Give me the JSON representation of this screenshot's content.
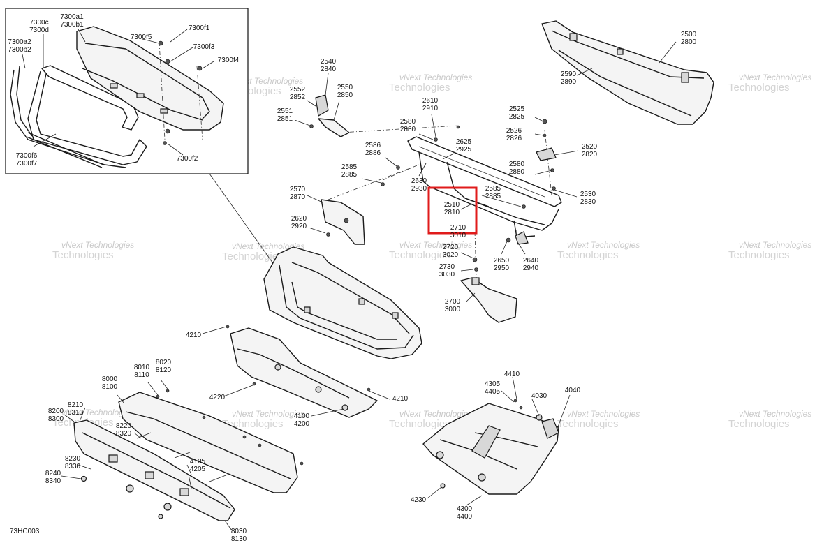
{
  "diagram": {
    "code": "73HC003",
    "watermark_line1": "vNext Technologies",
    "watermark_line2": "Technologies"
  },
  "callouts": [
    {
      "id": "c7300a1",
      "lines": [
        "7300a1",
        "7300b1"
      ]
    },
    {
      "id": "c7300c",
      "lines": [
        "7300c",
        "7300d"
      ]
    },
    {
      "id": "c7300a2",
      "lines": [
        "7300a2",
        "7300b2"
      ]
    },
    {
      "id": "c7300f5",
      "lines": [
        "7300f5"
      ]
    },
    {
      "id": "c7300f1",
      "lines": [
        "7300f1"
      ]
    },
    {
      "id": "c7300f3",
      "lines": [
        "7300f3"
      ]
    },
    {
      "id": "c7300f4",
      "lines": [
        "7300f4"
      ]
    },
    {
      "id": "c7300f6",
      "lines": [
        "7300f6",
        "7300f7"
      ]
    },
    {
      "id": "c7300f2",
      "lines": [
        "7300f2"
      ]
    },
    {
      "id": "c2540",
      "lines": [
        "2540",
        "2840"
      ]
    },
    {
      "id": "c2552",
      "lines": [
        "2552",
        "2852"
      ]
    },
    {
      "id": "c2550",
      "lines": [
        "2550",
        "2850"
      ]
    },
    {
      "id": "c2551",
      "lines": [
        "2551",
        "2851"
      ]
    },
    {
      "id": "c2610",
      "lines": [
        "2610",
        "2910"
      ]
    },
    {
      "id": "c2580a",
      "lines": [
        "2580",
        "2880"
      ]
    },
    {
      "id": "c2586",
      "lines": [
        "2586",
        "2886"
      ]
    },
    {
      "id": "c2625",
      "lines": [
        "2625",
        "2925"
      ]
    },
    {
      "id": "c2585a",
      "lines": [
        "2585",
        "2885"
      ]
    },
    {
      "id": "c2630",
      "lines": [
        "2630",
        "2930"
      ]
    },
    {
      "id": "c2570",
      "lines": [
        "2570",
        "2870"
      ]
    },
    {
      "id": "c2620",
      "lines": [
        "2620",
        "2920"
      ]
    },
    {
      "id": "c2510",
      "lines": [
        "2510",
        "2810"
      ]
    },
    {
      "id": "c2710",
      "lines": [
        "2710",
        "3010"
      ]
    },
    {
      "id": "c2720",
      "lines": [
        "2720",
        "3020"
      ]
    },
    {
      "id": "c2730",
      "lines": [
        "2730",
        "3030"
      ]
    },
    {
      "id": "c2700",
      "lines": [
        "2700",
        "3000"
      ]
    },
    {
      "id": "c2585b",
      "lines": [
        "2585",
        "2885"
      ]
    },
    {
      "id": "c2650",
      "lines": [
        "2650",
        "2950"
      ]
    },
    {
      "id": "c2640",
      "lines": [
        "2640",
        "2940"
      ]
    },
    {
      "id": "c2525",
      "lines": [
        "2525",
        "2825"
      ]
    },
    {
      "id": "c2526",
      "lines": [
        "2526",
        "2826"
      ]
    },
    {
      "id": "c2520",
      "lines": [
        "2520",
        "2820"
      ]
    },
    {
      "id": "c2580b",
      "lines": [
        "2580",
        "2880"
      ]
    },
    {
      "id": "c2530",
      "lines": [
        "2530",
        "2830"
      ]
    },
    {
      "id": "c2500",
      "lines": [
        "2500",
        "2800"
      ]
    },
    {
      "id": "c2590",
      "lines": [
        "2590",
        "2890"
      ]
    },
    {
      "id": "c4210a",
      "lines": [
        "4210"
      ]
    },
    {
      "id": "c4220",
      "lines": [
        "4220"
      ]
    },
    {
      "id": "c4210b",
      "lines": [
        "4210"
      ]
    },
    {
      "id": "c4100",
      "lines": [
        "4100",
        "4200"
      ]
    },
    {
      "id": "c8020",
      "lines": [
        "8020",
        "8120"
      ]
    },
    {
      "id": "c8010",
      "lines": [
        "8010",
        "8110"
      ]
    },
    {
      "id": "c8000",
      "lines": [
        "8000",
        "8100"
      ]
    },
    {
      "id": "c8210",
      "lines": [
        "8210",
        "8310"
      ]
    },
    {
      "id": "c8200",
      "lines": [
        "8200",
        "8300"
      ]
    },
    {
      "id": "c8220",
      "lines": [
        "8220",
        "8320"
      ]
    },
    {
      "id": "c4105",
      "lines": [
        "4105",
        "4205"
      ]
    },
    {
      "id": "c8230",
      "lines": [
        "8230",
        "8330"
      ]
    },
    {
      "id": "c8240",
      "lines": [
        "8240",
        "8340"
      ]
    },
    {
      "id": "c8030",
      "lines": [
        "8030",
        "8130"
      ]
    },
    {
      "id": "c4410",
      "lines": [
        "4410"
      ]
    },
    {
      "id": "c4305",
      "lines": [
        "4305",
        "4405"
      ]
    },
    {
      "id": "c4030",
      "lines": [
        "4030"
      ]
    },
    {
      "id": "c4040",
      "lines": [
        "4040"
      ]
    },
    {
      "id": "c4230",
      "lines": [
        "4230"
      ]
    },
    {
      "id": "c4300",
      "lines": [
        "4300",
        "4400"
      ]
    }
  ],
  "highlight": {
    "color": "#e01b1b"
  }
}
